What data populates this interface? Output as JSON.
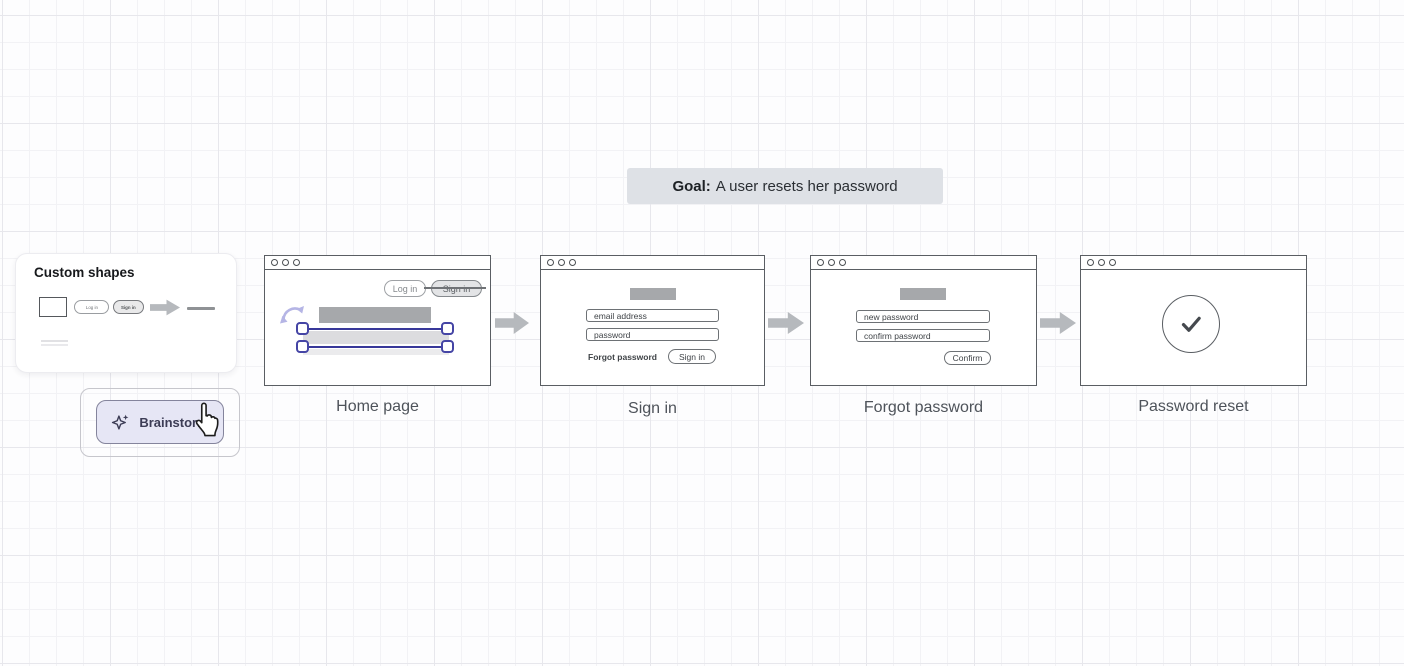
{
  "goal": {
    "prefix": "Goal:",
    "text": "A user resets her password"
  },
  "panel": {
    "title": "Custom shapes",
    "mini_outline_button_label": "Log in",
    "mini_filled_button_label": "Sign in"
  },
  "brainstorm": {
    "label": "Brainstorm"
  },
  "screens": [
    {
      "label": "Home page",
      "login_button": "Log in",
      "signin_button": "Sign in"
    },
    {
      "label": "Sign in",
      "email_placeholder": "email address",
      "password_placeholder": "password",
      "forgot_link": "Forgot password",
      "submit_button": "Sign in"
    },
    {
      "label": "Forgot password",
      "new_password_placeholder": "new password",
      "confirm_password_placeholder": "confirm password",
      "submit_button": "Confirm"
    },
    {
      "label": "Password reset"
    }
  ],
  "colors": {
    "selection_accent": "#4545a5",
    "flow_arrow": "#b6b9bd",
    "goal_background": "#dee1e6",
    "brainstorm_background": "#e6e6f5"
  }
}
